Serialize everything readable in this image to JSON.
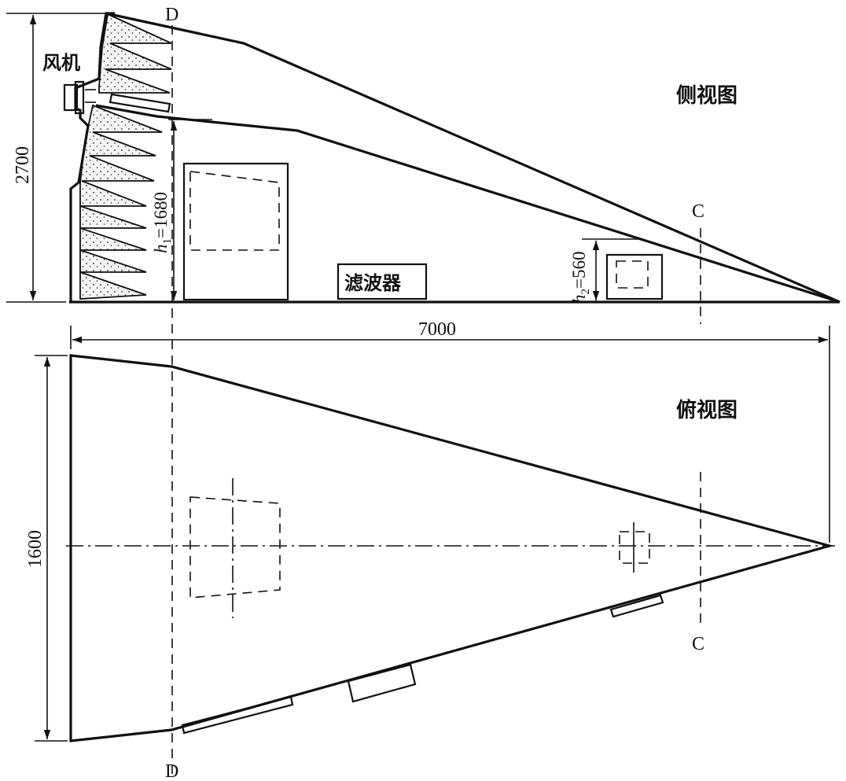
{
  "side_view": {
    "title": "侧视图",
    "fan_label": "风机",
    "filter_label": "滤波器",
    "section_d_label": "D",
    "section_c_label": "C",
    "height_dim": "2700",
    "h1_symbol": "h",
    "h1_sub": "1",
    "h1_value": "=1680",
    "h2_symbol": "h",
    "h2_sub": "2",
    "h2_value": "=560"
  },
  "top_view": {
    "title": "俯视图",
    "length_dim": "7000",
    "width_dim": "1600",
    "section_d_label": "D",
    "section_c_label": "C"
  },
  "colors": {
    "line": "#111111",
    "absorber_fill": "#f4f4f4",
    "background": "#ffffff"
  }
}
